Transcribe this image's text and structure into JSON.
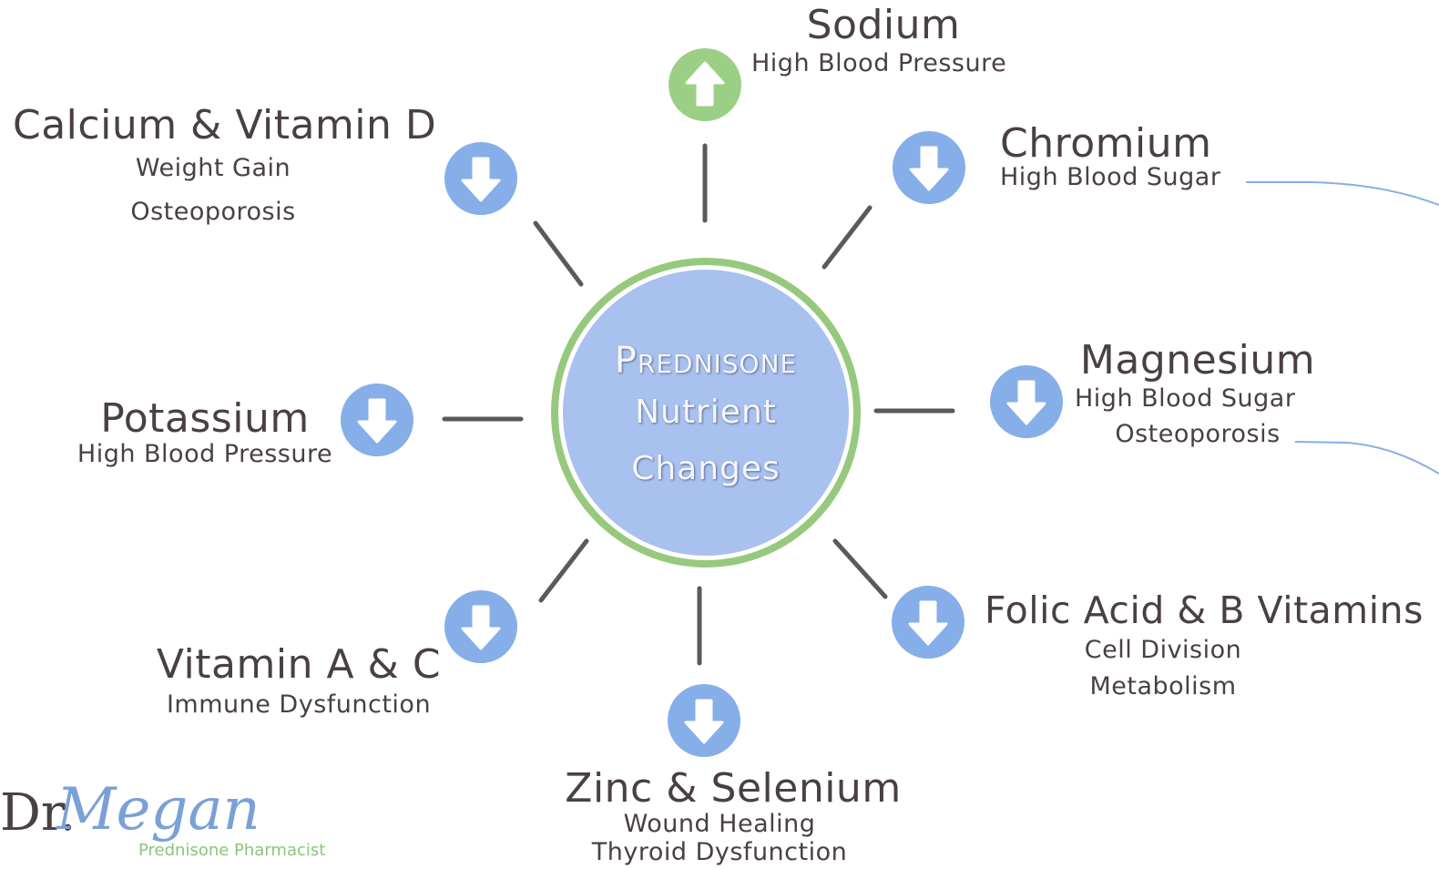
{
  "center": {
    "line1": "Prednisone",
    "line2": "Nutrient",
    "line3": "Changes"
  },
  "nutrients": [
    {
      "id": "sodium",
      "name": "Sodium",
      "direction": "up",
      "effects": [
        "High Blood Pressure"
      ]
    },
    {
      "id": "chromium",
      "name": "Chromium",
      "direction": "down",
      "effects": [
        "High Blood Sugar"
      ]
    },
    {
      "id": "magnesium",
      "name": "Magnesium",
      "direction": "down",
      "effects": [
        "High Blood Sugar",
        "Osteoporosis"
      ]
    },
    {
      "id": "folic",
      "name": "Folic Acid & B Vitamins",
      "direction": "down",
      "effects": [
        "Cell Division",
        "Metabolism"
      ]
    },
    {
      "id": "zinc",
      "name": "Zinc & Selenium",
      "direction": "down",
      "effects": [
        "Wound Healing",
        "Thyroid  Dysfunction"
      ]
    },
    {
      "id": "vitac",
      "name": "Vitamin A & C",
      "direction": "down",
      "effects": [
        "Immune Dysfunction"
      ]
    },
    {
      "id": "potassium",
      "name": "Potassium",
      "direction": "down",
      "effects": [
        "High Blood Pressure"
      ]
    },
    {
      "id": "calcium",
      "name": "Calcium & Vitamin D",
      "direction": "down",
      "effects": [
        "Weight Gain",
        "Osteoporosis"
      ]
    }
  ],
  "logo": {
    "dr": "Dr.",
    "name": "Megan",
    "tagline": "Prednisone Pharmacist"
  },
  "colors": {
    "up": "#9ccf86",
    "down": "#86aee8",
    "center_fill": "#a9c1ee",
    "center_ring": "#96c97d",
    "spoke": "#5a5a5a"
  }
}
